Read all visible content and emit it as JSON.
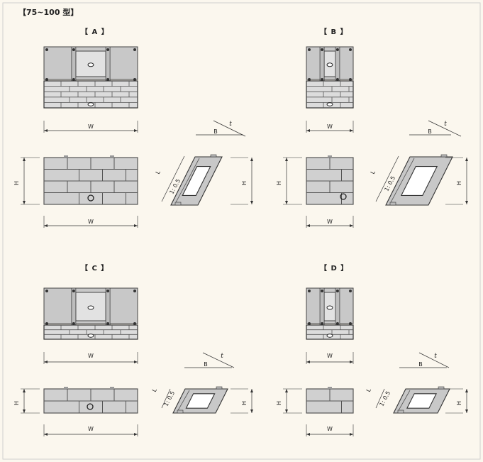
{
  "title": "【75~100 型】",
  "panels": [
    {
      "label": "【 A 】"
    },
    {
      "label": "【 B 】"
    },
    {
      "label": "【 C 】"
    },
    {
      "label": "【 D 】"
    }
  ],
  "dimensions": {
    "width": "W",
    "height": "H",
    "length": "L",
    "slope": "1: 0.5",
    "base": "B",
    "thickness": "t"
  },
  "colors": {
    "background": "#fbf7ee",
    "frame": "#c8c8c8",
    "block_fill": "#d0d0d0",
    "brick_fill": "#dcdcdc",
    "mortar": "#555555"
  }
}
